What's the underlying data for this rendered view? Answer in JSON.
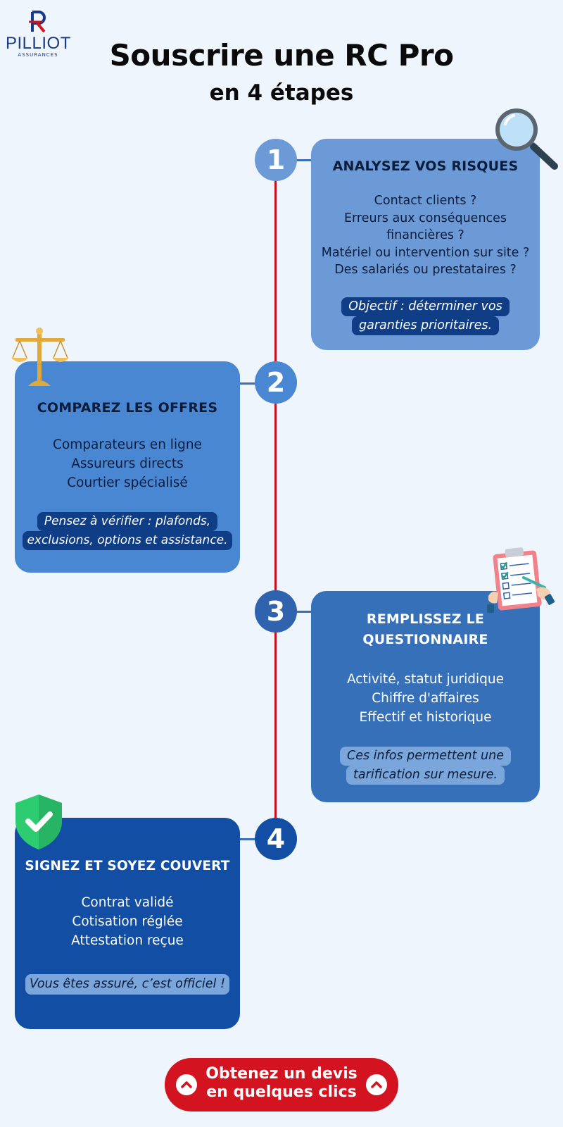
{
  "logo": {
    "brand": "PILLIOT",
    "sub": "ASSURANCES",
    "mark_icon": "pr-monogram-icon",
    "colors": {
      "blue": "#1a3a86",
      "red": "#d41320"
    }
  },
  "header": {
    "title": "Souscrire une RC Pro",
    "subtitle": "en 4 étapes"
  },
  "steps": [
    {
      "number": "1",
      "title_lines": [
        "ANALYSEZ VOS RISQUES"
      ],
      "items": [
        "Contact clients ?",
        "Erreurs aux conséquences",
        "financières ?",
        "Matériel ou intervention sur site ?",
        "Des salariés ou prestataires ?"
      ],
      "note_lines": [
        "Objectif : déterminer vos",
        "garanties prioritaires."
      ],
      "icon": "magnifier-icon",
      "card_color": "#6b9ad6",
      "num_color": "#6b9ad6"
    },
    {
      "number": "2",
      "title_lines": [
        "COMPAREZ LES OFFRES"
      ],
      "items": [
        "Comparateurs en ligne",
        "Assureurs directs",
        "Courtier spécialisé"
      ],
      "note_lines": [
        "Pensez à vérifier : plafonds,",
        "exclusions, options et assistance."
      ],
      "icon": "scales-icon",
      "card_color": "#4a87d3",
      "num_color": "#4a87d3"
    },
    {
      "number": "3",
      "title_lines": [
        "REMPLISSEZ LE",
        "QUESTIONNAIRE"
      ],
      "items": [
        "Activité, statut juridique",
        "Chiffre d'affaires",
        "Effectif et historique"
      ],
      "note_lines": [
        "Ces infos permettent une",
        "tarification sur mesure."
      ],
      "icon": "clipboard-checklist-icon",
      "card_color": "#3670b8",
      "num_color": "#2f63ad"
    },
    {
      "number": "4",
      "title_lines": [
        "SIGNEZ ET SOYEZ COUVERT"
      ],
      "items": [
        "Contrat validé",
        "Cotisation réglée",
        "Attestation reçue"
      ],
      "note_lines": [
        "Vous êtes assuré, c’est officiel !"
      ],
      "icon": "shield-check-icon",
      "card_color": "#114ea4",
      "num_color": "#114ea4"
    }
  ],
  "cta": {
    "lines": [
      "Obtenez un devis",
      "en quelques clics"
    ],
    "icon": "chevron-up-circle-icon",
    "color": "#d41320"
  },
  "timeline_color": "#c8101f"
}
